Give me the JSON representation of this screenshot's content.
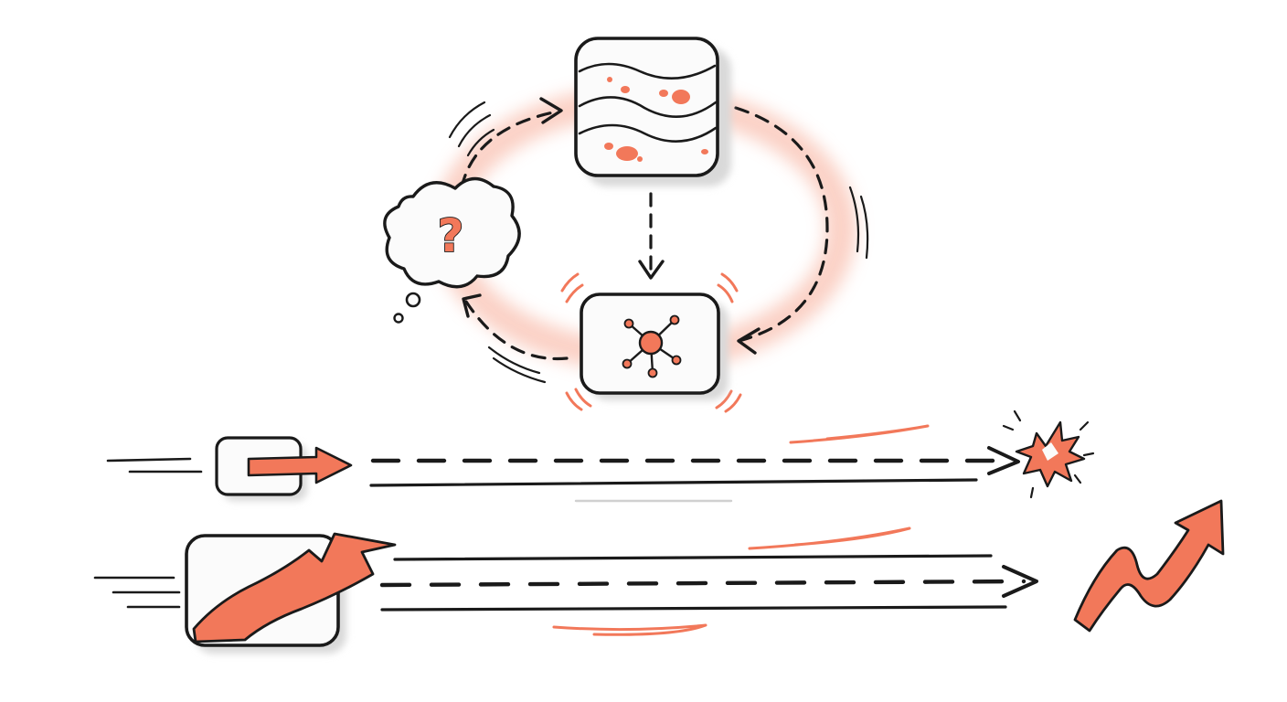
{
  "diagram": {
    "colors": {
      "ink": "#1a1a1a",
      "accent": "#f2785a",
      "glow": "#f9b9a8",
      "card_fill": "#fbfbfb",
      "shadow": "#d9d9d9"
    },
    "cycle": {
      "nodes": [
        {
          "id": "map-card",
          "icon": "wavy-landscape-icon"
        },
        {
          "id": "hub-card",
          "icon": "network-hub-icon"
        },
        {
          "id": "question-cloud",
          "icon": "question-mark-icon",
          "glyph": "?"
        }
      ],
      "edges": [
        {
          "from": "question-cloud",
          "to": "map-card",
          "style": "dashed"
        },
        {
          "from": "map-card",
          "to": "hub-card",
          "style": "dashed"
        },
        {
          "from": "map-card",
          "to": "hub-card",
          "style": "dashed-curved"
        },
        {
          "from": "hub-card",
          "to": "question-cloud",
          "style": "dashed-curved"
        }
      ]
    },
    "lanes": [
      {
        "id": "lane-1",
        "start_icon": "small-arrow-card-icon",
        "end_icon": "burst-icon"
      },
      {
        "id": "lane-2",
        "start_icon": "growth-chart-card-icon",
        "end_icon": "zigzag-up-arrow-icon"
      }
    ]
  }
}
